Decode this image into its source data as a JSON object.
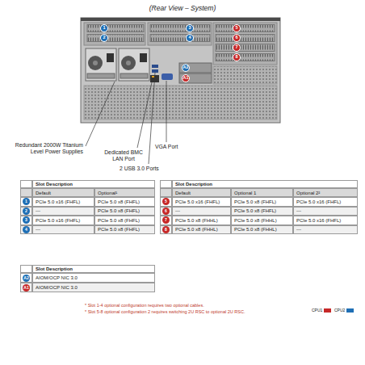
{
  "diagram": {
    "title": "(Rear View – System)",
    "labels": [
      "1",
      "2",
      "3",
      "4",
      "A2",
      "A1",
      "5",
      "6",
      "7",
      "8",
      "Redundant 2000W Titanium Level Power Supplies",
      "Dedicated BMC LAN Port",
      "VGA Port",
      "2 USB 3.0 Ports",
      "Slot Description",
      "Default",
      "Optional¹",
      "1",
      "PCIe 5.0 x16 (FHFL)",
      "PCIe 5.0 x8 (FHFL)",
      "2",
      "---",
      "PCIe 5.0 x8 (FHFL)",
      "3",
      "PCIe 5.0 x16 (FHFL)",
      "PCIe 5.0 x8 (FHFL)",
      "4",
      "---",
      "PCIe 5.0 x8 (FHFL)",
      "Slot Description",
      "Default",
      "Optional 1",
      "Optional 2²",
      "5",
      "PCIe 5.0 x16 (FHFL)",
      "PCIe 5.0 x8 (FHFL)",
      "PCIe 5.0 x16 (FHFL)",
      "6",
      "---",
      "PCIe 5.0 x8 (FHFL)",
      "---",
      "7",
      "PCIe 5.0 x8 (FHHL)",
      "PCIe 5.0 x8 (FHHL)",
      "PCIe 5.0 x16 (FHFL)",
      "8",
      "PCIe 5.0 x8 (FHHL)",
      "PCIe 5.0 x8 (FHHL)",
      "---",
      "Slot Description",
      "A2",
      "AIOM/OCP NIC 3.0",
      "A1",
      "AIOM/OCP NIC 3.0",
      "* Slot 1-4 optional configuration requires two optional cables.",
      "* Slot 5-8 optional configuration 2 requires switching 2U RSC to optional 2U RSC."
    ],
    "legend": [
      {
        "text": "CPU1",
        "color": "#c62828"
      },
      {
        "text": "CPU2",
        "color": "#1f6fb5"
      }
    ]
  }
}
